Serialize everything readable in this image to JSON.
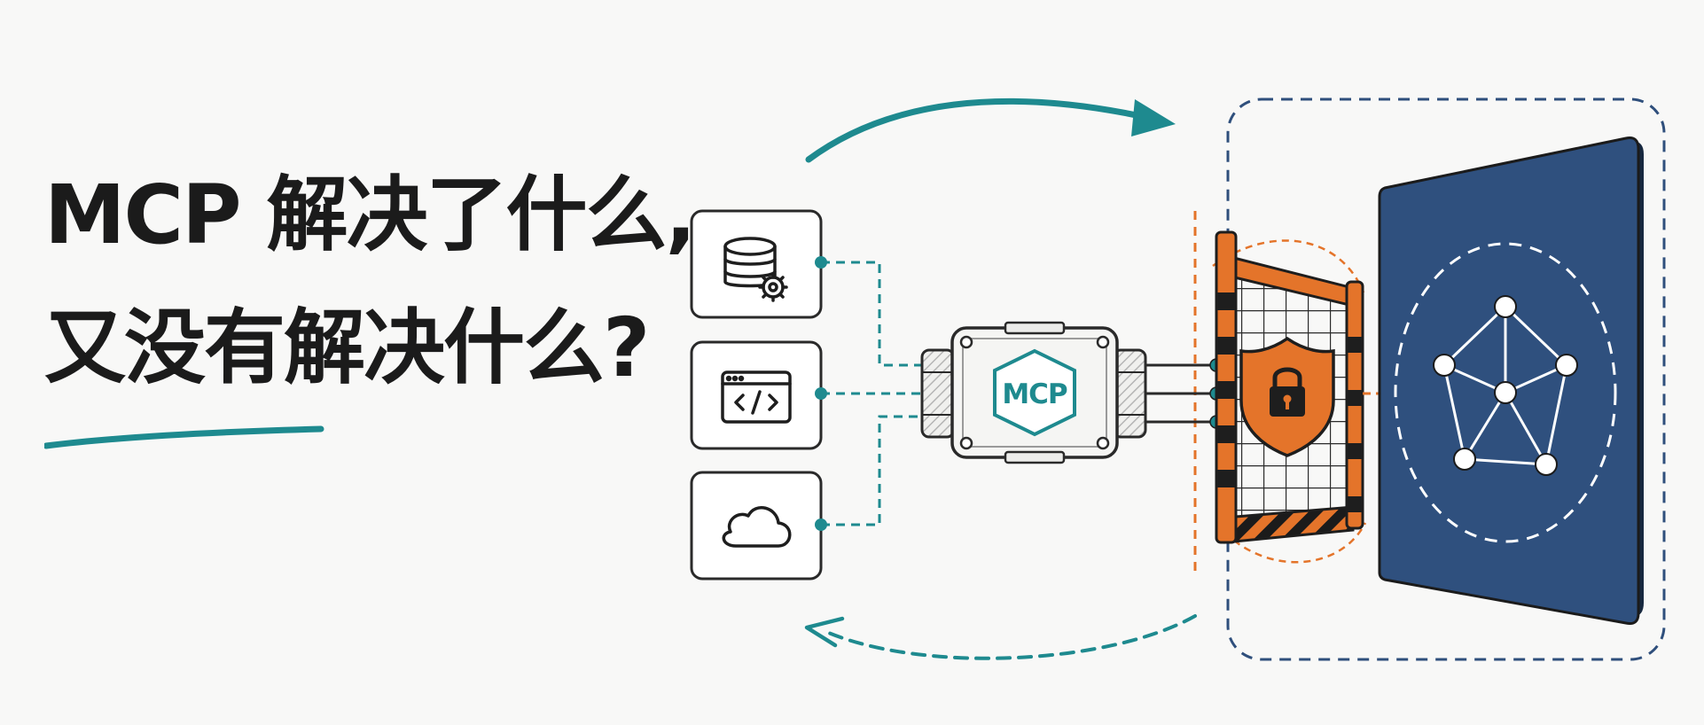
{
  "title": {
    "line1": "MCP 解决了什么,",
    "line2": "又没有解决什么?"
  },
  "hub": {
    "label": "MCP"
  },
  "sources": [
    {
      "icon": "database-gear-icon"
    },
    {
      "icon": "code-window-icon"
    },
    {
      "icon": "cloud-icon"
    }
  ],
  "colors": {
    "teal": "#1e8a8f",
    "orange": "#e4742a",
    "navy": "#2f507e",
    "dark": "#1b1b1b"
  }
}
